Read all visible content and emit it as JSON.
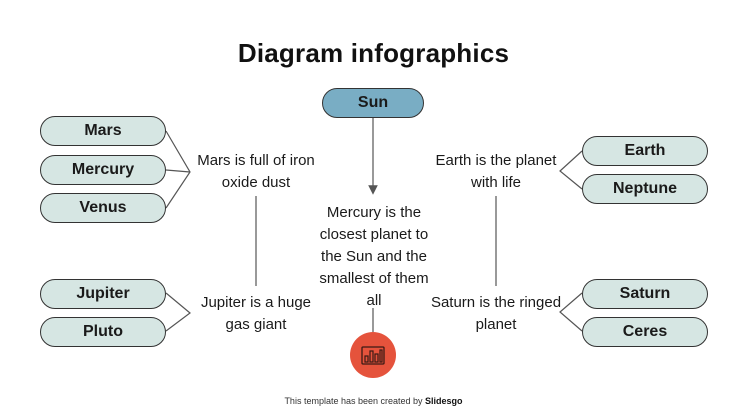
{
  "title": "Diagram infographics",
  "center": {
    "top_node": "Sun",
    "text": "Mercury is the closest planet to the Sun and the smallest of them all"
  },
  "left_top": {
    "nodes": [
      "Mars",
      "Mercury",
      "Venus"
    ],
    "text": "Mars is full of iron oxide dust"
  },
  "left_bottom": {
    "nodes": [
      "Jupiter",
      "Pluto"
    ],
    "text": "Jupiter is a huge gas giant"
  },
  "right_top": {
    "nodes": [
      "Earth",
      "Neptune"
    ],
    "text": "Earth is the planet with life"
  },
  "right_bottom": {
    "nodes": [
      "Saturn",
      "Ceres"
    ],
    "text": "Saturn is the ringed planet"
  },
  "footer": {
    "prefix": "This template has been created by",
    "brand": "Slidesgo"
  },
  "colors": {
    "node_fill": "#d6e6e3",
    "sun_fill": "#79adc4",
    "icon_fill": "#e5533c",
    "line": "#555555"
  },
  "icons": {
    "center": "bar-chart-icon"
  }
}
